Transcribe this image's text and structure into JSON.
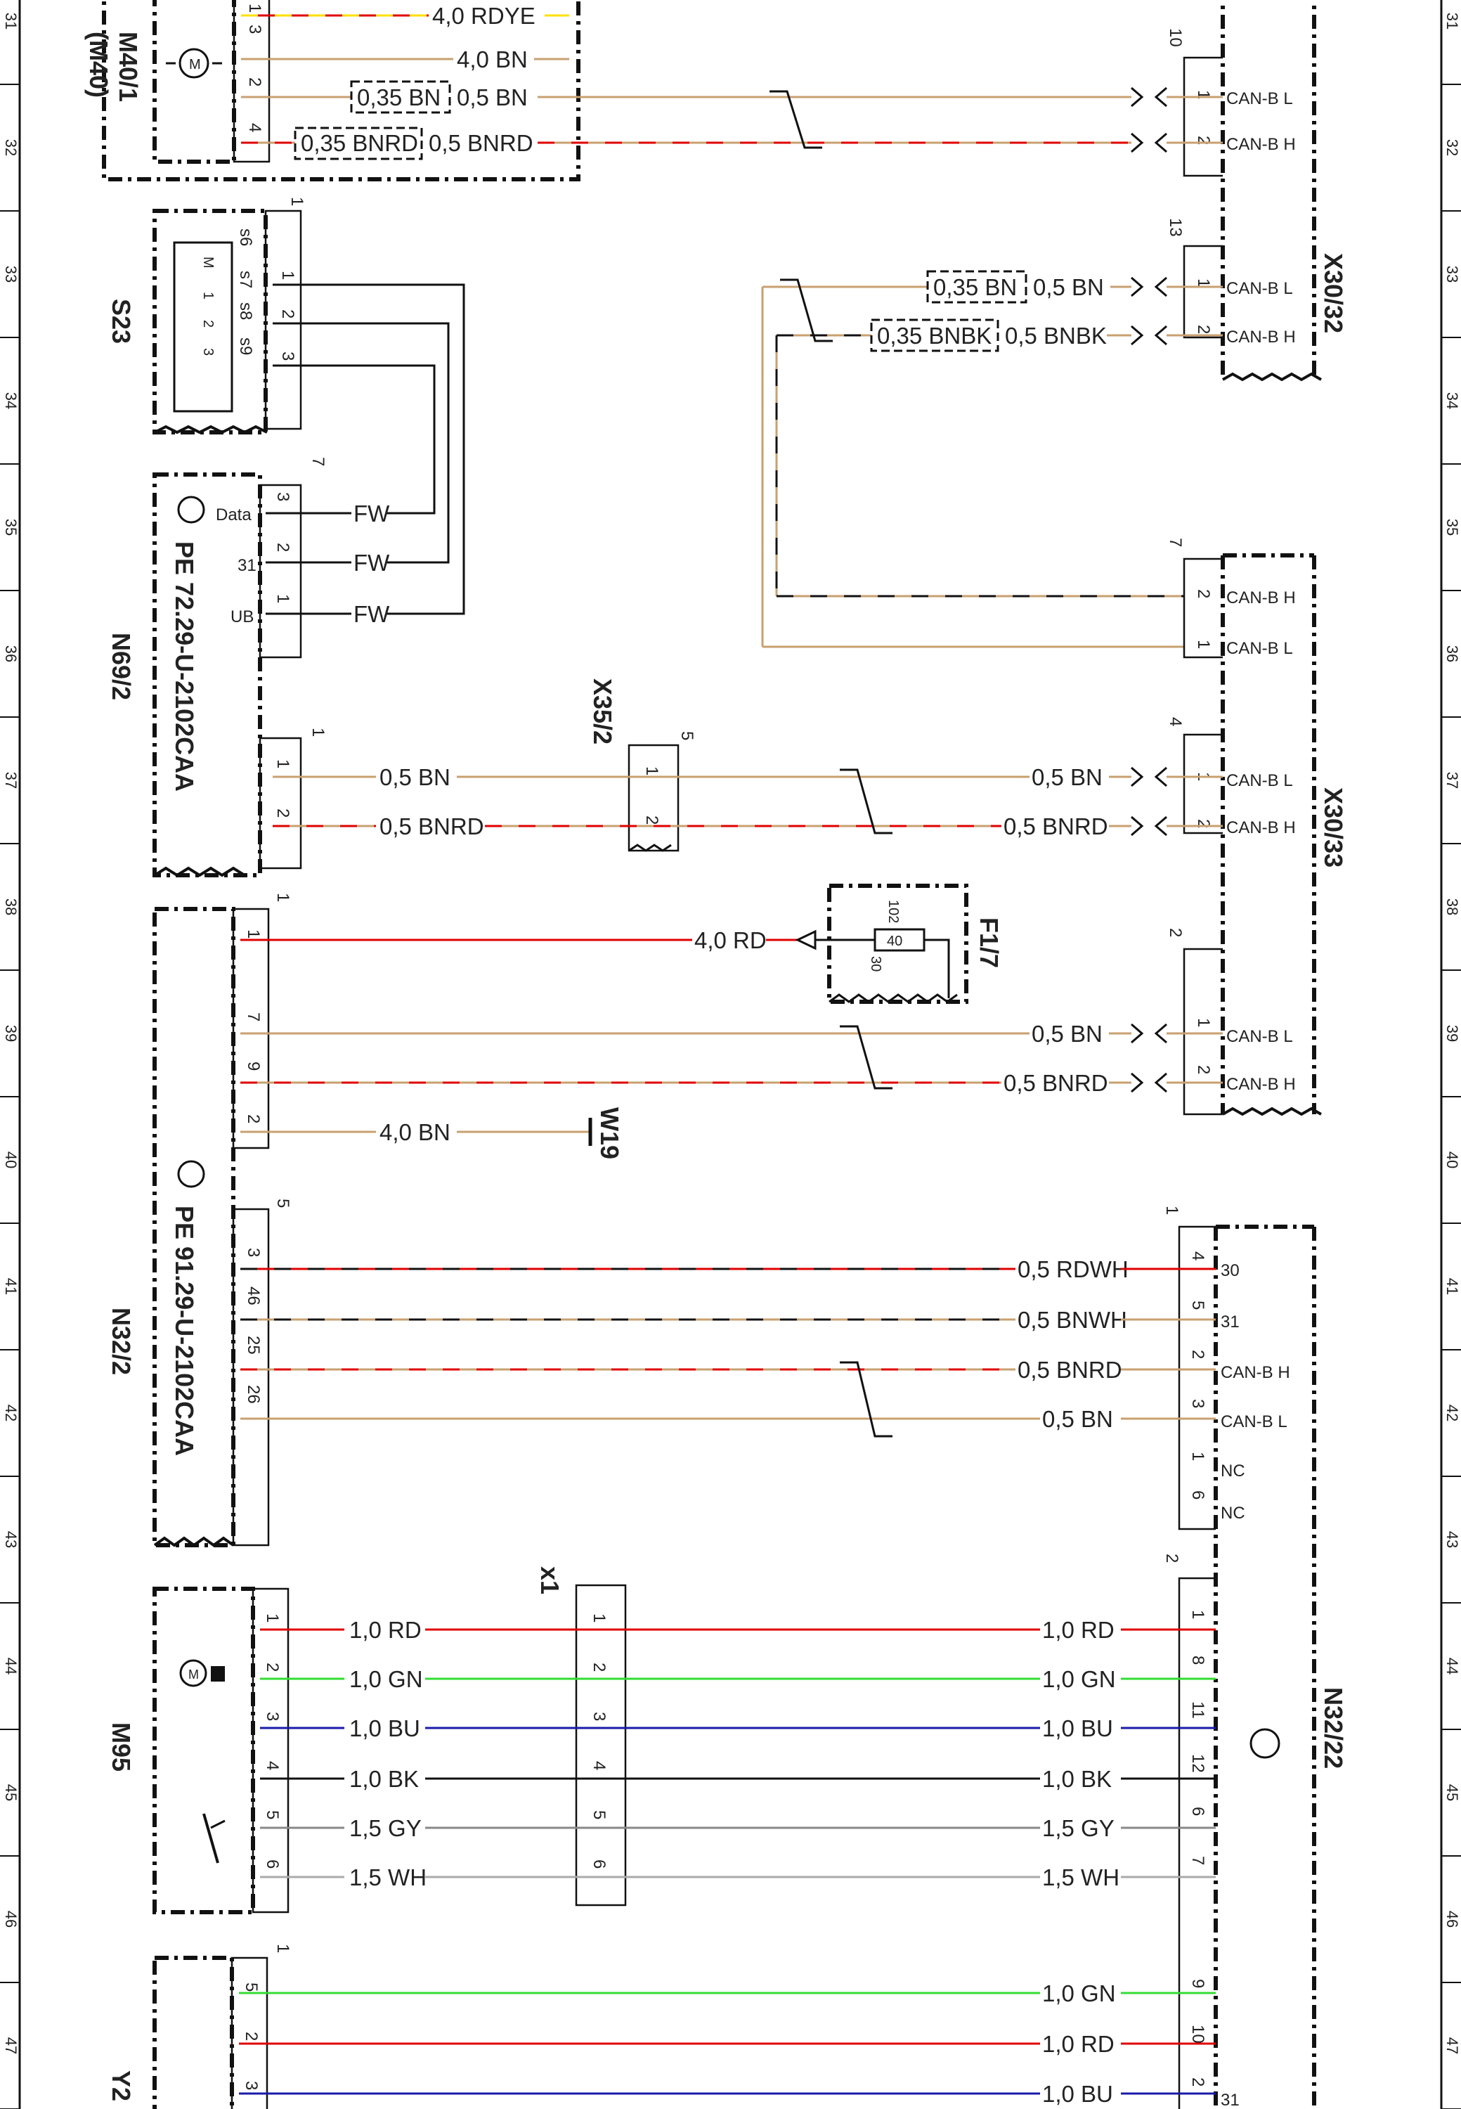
{
  "ruler_numbers": [
    "31",
    "32",
    "33",
    "34",
    "35",
    "36",
    "37",
    "38",
    "39",
    "40",
    "41",
    "42",
    "43",
    "44",
    "45",
    "46",
    "47"
  ],
  "components": {
    "m40": {
      "name": "M40/1",
      "alt": "(M40)"
    },
    "s23": {
      "name": "S23",
      "pins": [
        "s6",
        "s7",
        "s8",
        "s9"
      ],
      "inner": [
        "M",
        "1",
        "2",
        "3"
      ]
    },
    "n69": {
      "name": "N69/2",
      "pe": "PE 72.29-U-2102CAA",
      "pins": [
        "Data",
        "31",
        "UB"
      ]
    },
    "n32": {
      "name": "N32/2",
      "pe": "PE 91.29-U-2102CAA"
    },
    "x35": {
      "name": "X35/2"
    },
    "f17": {
      "name": "F1/7",
      "pins": [
        "102",
        "40",
        "30"
      ]
    },
    "w19": {
      "name": "W19"
    },
    "x1": {
      "name": "x1"
    },
    "m95": {
      "name": "M95"
    },
    "y2": {
      "name": "Y2"
    },
    "x3032": {
      "name": "X30/32"
    },
    "x3033": {
      "name": "X30/33"
    },
    "n3222": {
      "name": "N32/22"
    }
  },
  "wires": {
    "w1": "4,0 RDYE",
    "w2": "4,0 BN",
    "w3a": "0,35 BN",
    "w3b": "0,5 BN",
    "w4a": "0,35 BNRD",
    "w4b": "0,5 BNRD",
    "w5a": "0,35 BN",
    "w5b": "0,5 BN",
    "w6a": "0,35 BNBK",
    "w6b": "0,5 BNBK",
    "fw": "FW",
    "w7a": "0,5 BN",
    "w7b": "0,5 BN",
    "w8a": "0,5 BNRD",
    "w8b": "0,5 BNRD",
    "w9": "4,0 RD",
    "w10": "0,5 BN",
    "w11": "0,5 BNRD",
    "w12": "4,0 BN",
    "w13": "0,5 RDWH",
    "w14": "0,5 BNWH",
    "w15": "0,5 BNRD",
    "w16": "0,5 BN",
    "r1": "1,0 RD",
    "r2": "1,0 GN",
    "r3": "1,0 BU",
    "r4": "1,0 BK",
    "r5": "1,5 GY",
    "r6": "1,5 WH",
    "y1": "1,0 GN",
    "y2": "1,0 RD",
    "y3": "1,0 BU"
  },
  "pin_labels": {
    "canl": "CAN-B L",
    "canh": "CAN-B H",
    "p30": "30",
    "p31": "31",
    "nc": "NC"
  },
  "colors": {
    "BN": "#c8a070",
    "RD": "#e00000",
    "YE": "#ffe000",
    "BK": "#111111",
    "GN": "#33dd33",
    "BU": "#1a1aaa",
    "GY": "#888888",
    "WH": "#d8d8d8"
  }
}
